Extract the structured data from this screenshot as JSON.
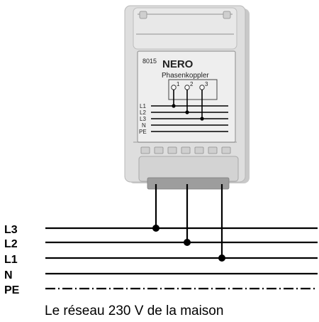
{
  "device": {
    "model_number": "8015",
    "brand": "NERO",
    "name": "Phasenkoppler",
    "terminals": [
      "1",
      "2",
      "3"
    ],
    "inner_labels": [
      "L1",
      "L2",
      "L3",
      "N",
      "PE"
    ]
  },
  "network": {
    "labels": [
      "L3",
      "L2",
      "L1",
      "N",
      "PE"
    ]
  },
  "caption": "Le réseau 230 V de la maison"
}
